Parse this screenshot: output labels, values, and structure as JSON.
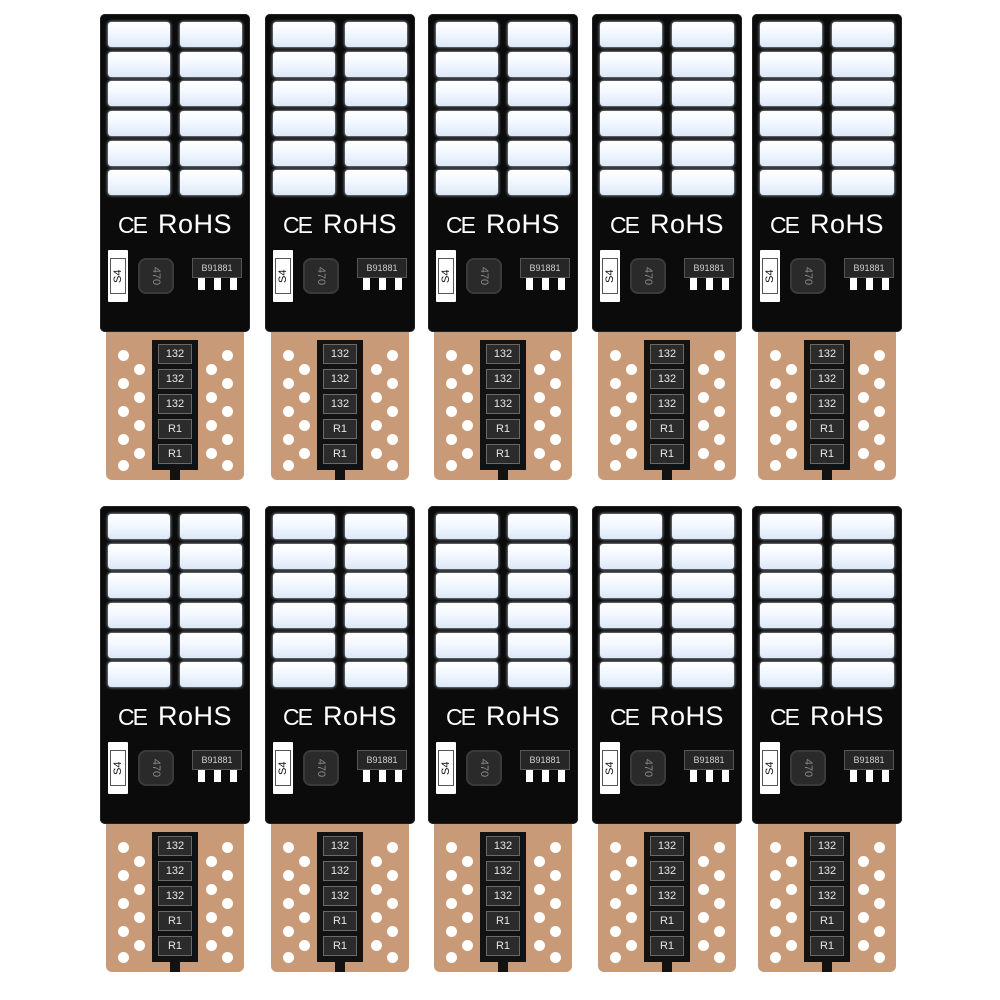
{
  "product": {
    "bulb_count": 10,
    "led_count_per_bulb": 12,
    "cert_ce": "CE",
    "cert_rohs": "RoHS",
    "switch_label": "S4",
    "inductor_label": "470",
    "chip_label": "B91881",
    "resistor_labels": [
      "132",
      "132",
      "132",
      "R1",
      "R1"
    ]
  },
  "colors": {
    "background": "#ffffff",
    "board": "#0b0b0b",
    "base": "#c89a78",
    "led": "#f3f8ff"
  }
}
